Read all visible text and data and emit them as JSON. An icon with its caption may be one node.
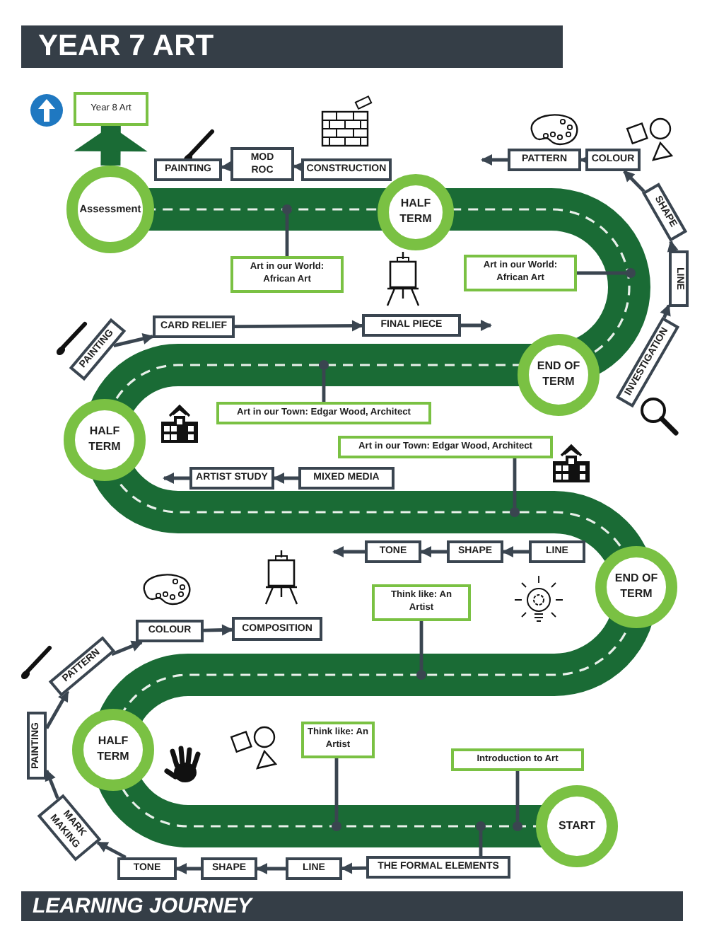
{
  "diagram": {
    "title": "YEAR 7 ART",
    "caption": "LEARNING JOURNEY",
    "nodes": [
      {
        "text": [
          "Year 8 Art"
        ]
      },
      {
        "text": [
          "Assessment"
        ]
      },
      {
        "text": [
          "HALF TERM"
        ]
      },
      {
        "text": [
          "PAINTING"
        ]
      },
      {
        "text": [
          "MOD ROC"
        ]
      },
      {
        "text": [
          "CONSTRUCTION"
        ]
      },
      {
        "text": [
          "PATTERN"
        ]
      },
      {
        "text": [
          "COLOUR"
        ]
      },
      {
        "text": [
          "SHAPE"
        ]
      },
      {
        "text": [
          "LINE"
        ]
      },
      {
        "text": [
          "INVESTIGATION"
        ]
      },
      {
        "text": [
          "Art in our World: African Art"
        ]
      },
      {
        "text": [
          "Art in our World: African Art"
        ]
      },
      {
        "text": [
          "END OF TERM"
        ]
      },
      {
        "text": [
          "PAINTING"
        ]
      },
      {
        "text": [
          "CARD RELIEF"
        ]
      },
      {
        "text": [
          "FINAL PIECE"
        ]
      },
      {
        "text": [
          "HALF TERM"
        ]
      },
      {
        "text": [
          "Art in our Town: Edgar Wood, Architect"
        ]
      },
      {
        "text": [
          "Art in our Town: Edgar Wood, Architect"
        ]
      },
      {
        "text": [
          "ARTIST STUDY"
        ]
      },
      {
        "text": [
          "MIXED MEDIA"
        ]
      },
      {
        "text": [
          "TONE"
        ]
      },
      {
        "text": [
          "SHAPE"
        ]
      },
      {
        "text": [
          "LINE"
        ]
      },
      {
        "text": [
          "END OF TERM"
        ]
      },
      {
        "text": [
          "Think like: An Artist"
        ]
      },
      {
        "text": [
          "COLOUR"
        ]
      },
      {
        "text": [
          "COMPOSITION"
        ]
      },
      {
        "text": [
          "PATTERN"
        ]
      },
      {
        "text": [
          "PAINTING"
        ]
      },
      {
        "text": [
          "HALF TERM"
        ]
      },
      {
        "text": [
          "Think like: An Artist"
        ]
      },
      {
        "text": [
          "Introduction to Art"
        ]
      },
      {
        "text": [
          "START"
        ]
      },
      {
        "text": [
          "MARK MAKING"
        ]
      },
      {
        "text": [
          "TONE"
        ]
      },
      {
        "text": [
          "SHAPE"
        ]
      },
      {
        "text": [
          "LINE"
        ]
      },
      {
        "text": [
          "THE FORMAL ELEMENTS"
        ]
      },
      {
        "text": [],
        "shape": "circle"
      },
      {
        "text": [],
        "shape": "circle"
      },
      {
        "text": [],
        "shape": "circle"
      },
      {
        "text": [],
        "shape": "circle"
      },
      {
        "text": [],
        "shape": "circle"
      },
      {
        "text": [],
        "shape": "circle"
      },
      {
        "text": [],
        "shape": "circle"
      },
      {
        "text": [],
        "shape": "circle"
      }
    ],
    "edges": [
      {
        "from": 1,
        "to": 0,
        "arrow": "to",
        "style": "thick",
        "color": "#1a6b35"
      },
      {
        "from": 5,
        "to": 4,
        "arrow": "to"
      },
      {
        "from": 4,
        "to": 3,
        "arrow": "to"
      },
      {
        "from": 7,
        "to": 6,
        "arrow": "to"
      },
      {
        "from": 6,
        "to": null,
        "arrow": "to"
      },
      {
        "from": 8,
        "to": 7,
        "arrow": "to"
      },
      {
        "from": 9,
        "to": 8,
        "arrow": "to"
      },
      {
        "from": 10,
        "to": 9,
        "arrow": "to"
      },
      {
        "from": 11,
        "to": 40,
        "arrow": "none"
      },
      {
        "from": 12,
        "to": 41,
        "arrow": "none"
      },
      {
        "from": 14,
        "to": 15,
        "arrow": "to"
      },
      {
        "from": 15,
        "to": 16,
        "arrow": "to"
      },
      {
        "from": 16,
        "to": null,
        "arrow": "to"
      },
      {
        "from": 18,
        "to": 42,
        "arrow": "none"
      },
      {
        "from": 19,
        "to": 43,
        "arrow": "none"
      },
      {
        "from": 21,
        "to": 20,
        "arrow": "to"
      },
      {
        "from": 20,
        "to": null,
        "arrow": "to"
      },
      {
        "from": 24,
        "to": 23,
        "arrow": "to"
      },
      {
        "from": 23,
        "to": 22,
        "arrow": "to"
      },
      {
        "from": 22,
        "to": null,
        "arrow": "to"
      },
      {
        "from": 26,
        "to": 44,
        "arrow": "none"
      },
      {
        "from": 27,
        "to": 28,
        "arrow": "to"
      },
      {
        "from": 29,
        "to": 27,
        "arrow": "to"
      },
      {
        "from": 30,
        "to": 29,
        "arrow": "to"
      },
      {
        "from": 35,
        "to": 30,
        "arrow": "to"
      },
      {
        "from": 36,
        "to": 35,
        "arrow": "to"
      },
      {
        "from": 37,
        "to": 36,
        "arrow": "to"
      },
      {
        "from": 38,
        "to": 37,
        "arrow": "to"
      },
      {
        "from": 39,
        "to": 38,
        "arrow": "to"
      },
      {
        "from": 32,
        "to": 45,
        "arrow": "none"
      },
      {
        "from": 33,
        "to": 47,
        "arrow": "none"
      },
      {
        "from": 39,
        "to": 46,
        "arrow": "none"
      }
    ]
  }
}
